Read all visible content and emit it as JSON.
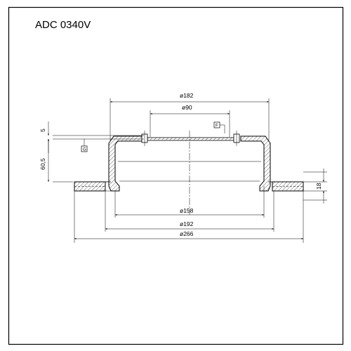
{
  "title": "ADC 0340V",
  "dimensions": {
    "d182": "ø182",
    "d90": "ø90",
    "d158": "ø158",
    "d192": "ø192",
    "d266": "ø266",
    "h5": "5",
    "h60_5": "60,5",
    "t18": "18"
  },
  "datum_labels": {
    "F": "F",
    "G": "G"
  }
}
